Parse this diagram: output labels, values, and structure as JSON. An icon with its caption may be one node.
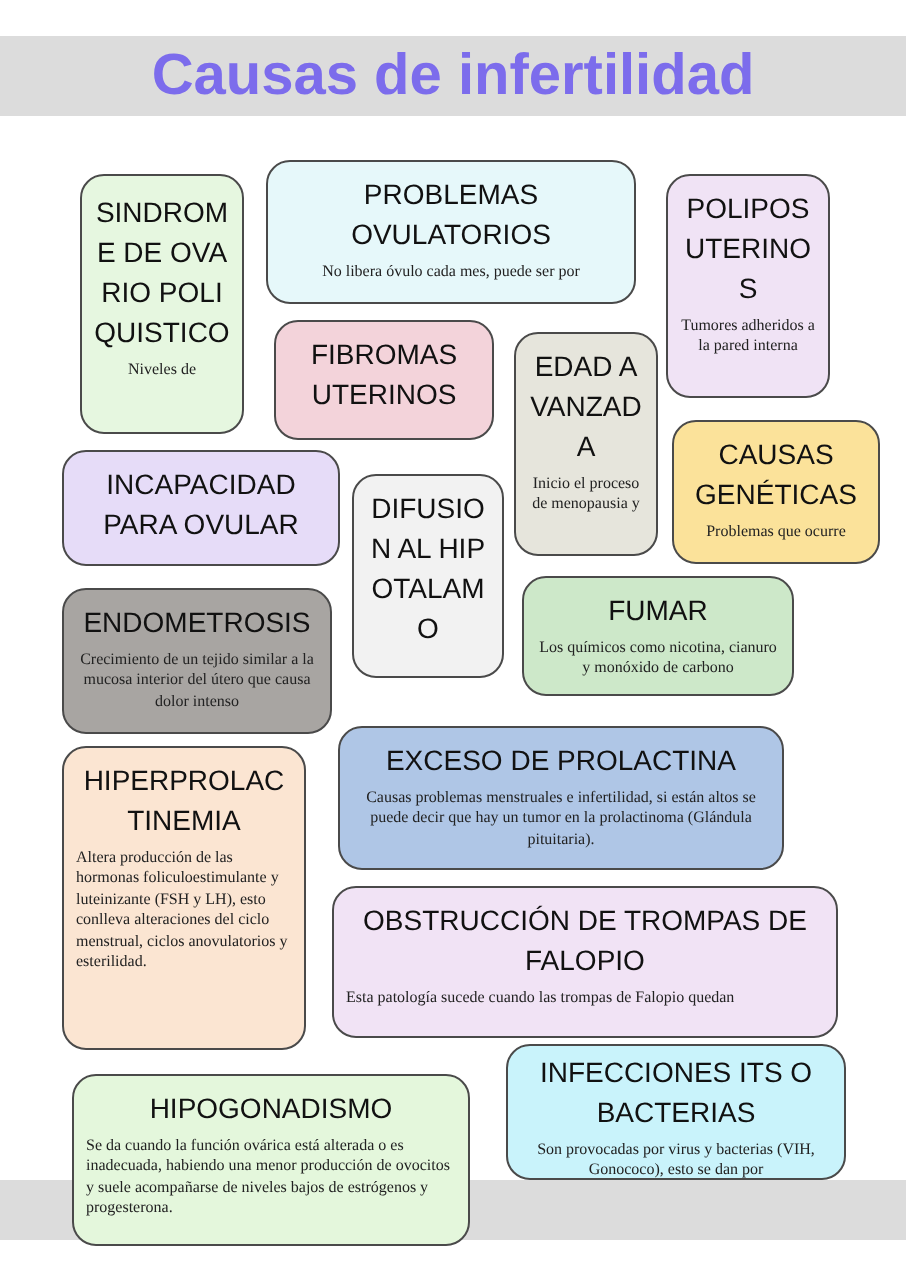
{
  "diagram": {
    "title": "Causas de infertilidad",
    "nodes": [
      {
        "text": [
          "SINDROME DE OVARIO POLIQUISTICO",
          "Niveles de"
        ]
      },
      {
        "text": [
          "PROBLEMAS OVULATORIOS",
          "No libera óvulo cada mes, puede ser por"
        ]
      },
      {
        "text": [
          "POLIPOS UTERINOS",
          "Tumores adheridos a la pared interna"
        ]
      },
      {
        "text": [
          "FIBROMAS UTERINOS"
        ]
      },
      {
        "text": [
          "EDAD AVANZADA",
          "Inicio el proceso de menopausia y"
        ]
      },
      {
        "text": [
          "CAUSAS GENÉTICAS",
          "Problemas que ocurre"
        ]
      },
      {
        "text": [
          "INCAPACIDAD PARA OVULAR"
        ]
      },
      {
        "text": [
          "DIFUSION AL HIPOTALAMO"
        ]
      },
      {
        "text": [
          "ENDOMETROSIS",
          "Crecimiento de un tejido similar a la mucosa interior del útero que causa dolor intenso"
        ]
      },
      {
        "text": [
          "FUMAR",
          "Los químicos como nicotina, cianuro y monóxido de carbono"
        ]
      },
      {
        "text": [
          "HIPERPROLACTINEMIA",
          "Altera producción de las hormonas foliculoestimulante y luteinizante (FSH y LH), esto conlleva alteraciones del ciclo menstrual, ciclos anovulatorios y esterilidad."
        ]
      },
      {
        "text": [
          "EXCESO DE PROLACTINA",
          "Causas problemas menstruales e infertilidad, si están altos se puede decir que hay un tumor en la prolactinoma (Glándula pituitaria)."
        ]
      },
      {
        "text": [
          "OBSTRUCCIÓN DE TROMPAS DE FALOPIO",
          "Esta patología sucede cuando las trompas de Falopio quedan"
        ]
      },
      {
        "text": [
          "HIPOGONADISMO",
          "Se da cuando la función ovárica está alterada o es inadecuada, habiendo una menor producción de ovocitos y suele acompañarse de niveles bajos de estrógenos y progesterona."
        ]
      },
      {
        "text": [
          "INFECCIONES ITS O BACTERIAS",
          "Son provocadas por virus y bacterias (VIH, Gonococo), esto se dan por"
        ]
      }
    ]
  }
}
